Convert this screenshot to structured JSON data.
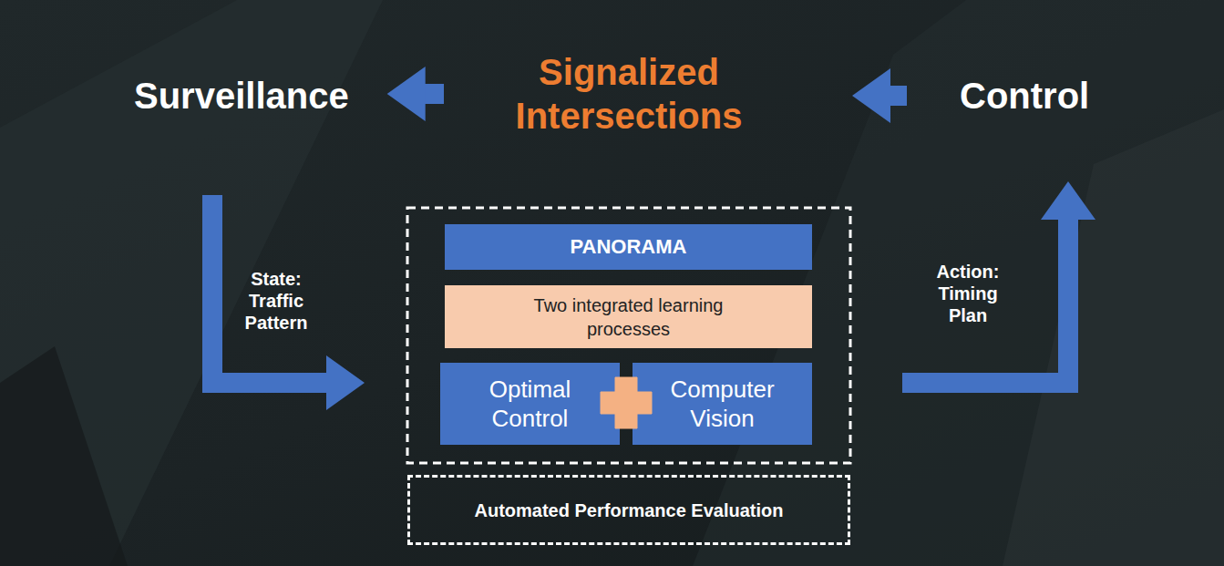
{
  "diagram": {
    "nodes": [
      {
        "text": [
          "Surveillance"
        ]
      },
      {
        "text": [
          "Signalized Intersections"
        ]
      },
      {
        "text": [
          "Control"
        ]
      },
      {
        "text": [
          "PANORAMA"
        ]
      },
      {
        "text": [
          "Two integrated learning processes"
        ]
      },
      {
        "text": [
          "Optimal Control"
        ]
      },
      {
        "text": [
          "Computer Vision"
        ]
      },
      {
        "text": [
          "Automated Performance Evaluation"
        ]
      }
    ],
    "edges": [
      {
        "from": 1,
        "to": 0,
        "arrow": "to"
      },
      {
        "from": 2,
        "to": 1,
        "arrow": "to"
      },
      {
        "from": 0,
        "to": 5,
        "label": "State: Traffic Pattern",
        "arrow": "to"
      },
      {
        "from": 6,
        "to": 2,
        "label": "Action: Timing Plan",
        "arrow": "to"
      }
    ]
  }
}
